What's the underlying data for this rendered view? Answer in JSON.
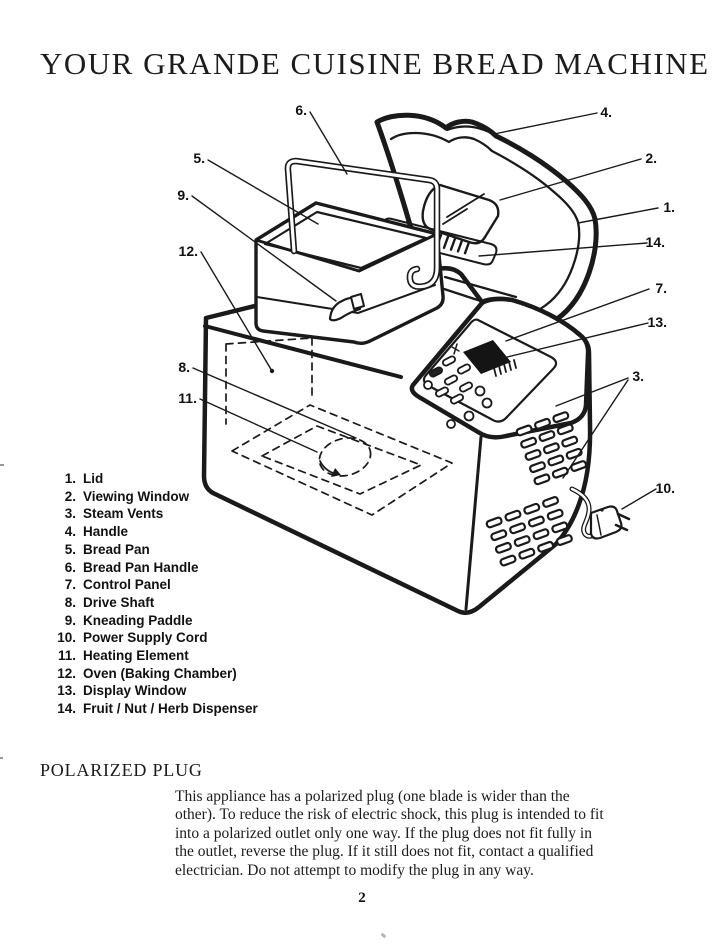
{
  "page": {
    "title": "YOUR GRANDE CUISINE BREAD MACHINE",
    "page_number": "2"
  },
  "parts_list": {
    "items": [
      {
        "number": "1.",
        "label": "Lid"
      },
      {
        "number": "2.",
        "label": "Viewing Window"
      },
      {
        "number": "3.",
        "label": "Steam Vents"
      },
      {
        "number": "4.",
        "label": "Handle"
      },
      {
        "number": "5.",
        "label": "Bread Pan"
      },
      {
        "number": "6.",
        "label": "Bread Pan Handle"
      },
      {
        "number": "7.",
        "label": "Control Panel"
      },
      {
        "number": "8.",
        "label": "Drive Shaft"
      },
      {
        "number": "9.",
        "label": "Kneading Paddle"
      },
      {
        "number": "10.",
        "label": "Power Supply Cord"
      },
      {
        "number": "11.",
        "label": "Heating Element"
      },
      {
        "number": "12.",
        "label": "Oven (Baking Chamber)"
      },
      {
        "number": "13.",
        "label": "Display Window"
      },
      {
        "number": "14.",
        "label": "Fruit / Nut / Herb Dispenser"
      }
    ]
  },
  "diagram": {
    "callouts": {
      "c1": "1.",
      "c2": "2.",
      "c3": "3.",
      "c4": "4.",
      "c5": "5.",
      "c6": "6.",
      "c7": "7.",
      "c8": "8.",
      "c9": "9.",
      "c10": "10.",
      "c11": "11.",
      "c12": "12.",
      "c13": "13.",
      "c14": "14."
    }
  },
  "polarized_plug": {
    "heading": "POLARIZED PLUG",
    "lines": [
      "This appliance has a polarized plug (one blade is wider than the",
      "other). To reduce the risk of electric shock, this plug is intended to fit",
      "into a polarized outlet only one way. If the plug does not fit fully in",
      "the outlet, reverse the plug. If it still does not fit, contact a qualified",
      "electrician. Do not attempt to modify the plug in any way."
    ]
  },
  "colors": {
    "ink": "#1a1a1a",
    "paper": "#ffffff"
  }
}
